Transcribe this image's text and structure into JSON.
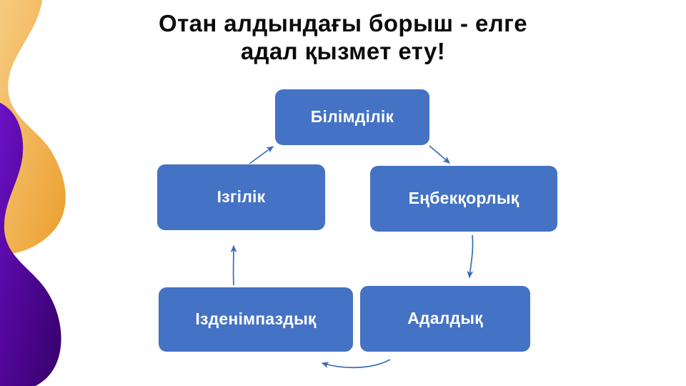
{
  "slide": {
    "title": "Отан алдындағы борыш - елге\nадал қызмет ету!",
    "background_color": "#FFFFFF",
    "title_color": "#0B0B0B"
  },
  "decor": {
    "orange_wave": "orange-wave-shape",
    "purple_wave": "purple-wave-shape",
    "orange_color_light": "#F5C572",
    "orange_color_dark": "#EFA333",
    "purple_color_light": "#6A0FC6",
    "purple_color_dark": "#3B0273"
  },
  "diagram": {
    "type": "cycle",
    "node_fill": "#4472C4",
    "node_text_color": "#FFFFFF",
    "arrow_color": "#3B6BB5",
    "nodes": [
      {
        "id": "bilimdilik",
        "label": "Білімділік"
      },
      {
        "id": "enbekkorlyk",
        "label": "Еңбекқорлық"
      },
      {
        "id": "adaldyq",
        "label": "Адалдық"
      },
      {
        "id": "izdenimpazdyq",
        "label": "Ізденімпаздық"
      },
      {
        "id": "izgilik",
        "label": "Ізгілік"
      }
    ],
    "arrows": [
      {
        "id": "arrow-bilimdilik-to-enbekkorlyk",
        "from": "bilimdilik",
        "to": "enbekkorlyk",
        "direction": "down-right"
      },
      {
        "id": "arrow-enbekkorlyk-to-adaldyq",
        "from": "enbekkorlyk",
        "to": "adaldyq",
        "direction": "down"
      },
      {
        "id": "arrow-adaldyq-to-izdenimpazdyq",
        "from": "adaldyq",
        "to": "izdenimpazdyq",
        "direction": "left-curve"
      },
      {
        "id": "arrow-izdenimpazdyq-to-izgilik",
        "from": "izdenimpazdyq",
        "to": "izgilik",
        "direction": "up"
      },
      {
        "id": "arrow-izgilik-to-bilimdilik",
        "from": "izgilik",
        "to": "bilimdilik",
        "direction": "up-right"
      }
    ]
  }
}
